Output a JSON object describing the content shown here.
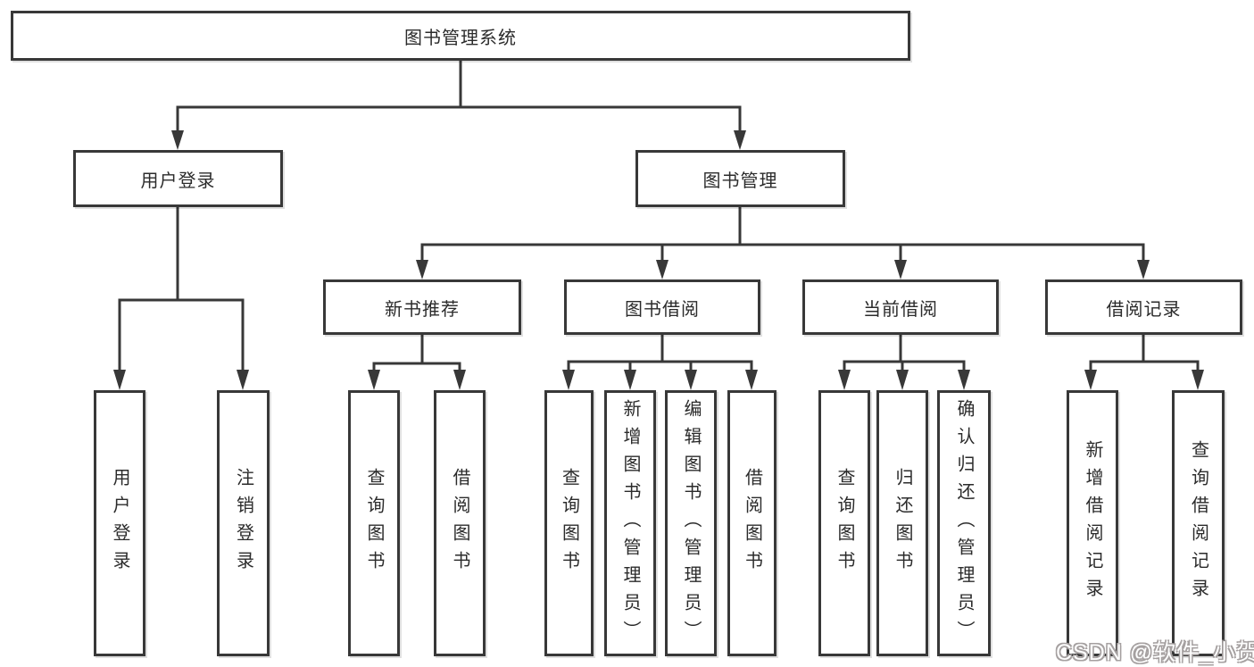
{
  "diagram": {
    "type": "hierarchy-tree",
    "title": "图书管理系统",
    "colors": {
      "line": "#383838",
      "box_border": "#383838",
      "text": "#2b2b2b",
      "background": "#ffffff",
      "watermark_fill": "#fdfdfd",
      "watermark_outline": "#a5a0a0"
    },
    "nodes": {
      "root": {
        "label": "图书管理系统"
      },
      "user_login": {
        "label": "用户登录"
      },
      "book_mgmt": {
        "label": "图书管理"
      },
      "new_book_rec": {
        "label": "新书推荐"
      },
      "book_borrow": {
        "label": "图书借阅"
      },
      "current_borrow": {
        "label": "当前借阅"
      },
      "borrow_records": {
        "label": "借阅记录"
      },
      "a1": {
        "label": "用户登录"
      },
      "a2": {
        "label": "注销登录"
      },
      "b1": {
        "label": "查询图书"
      },
      "b2": {
        "label": "借阅图书"
      },
      "c1": {
        "label": "查询图书"
      },
      "c2": {
        "label": "新增图书（管理员）"
      },
      "c3": {
        "label": "编辑图书（管理员）"
      },
      "c4": {
        "label": "借阅图书"
      },
      "d1": {
        "label": "查询图书"
      },
      "d2": {
        "label": "归还图书"
      },
      "d3": {
        "label": "确认归还（管理员）"
      },
      "e1": {
        "label": "新增借阅记录"
      },
      "e2": {
        "label": "查询借阅记录"
      }
    },
    "edges": [
      {
        "from": "root",
        "to": [
          "user_login",
          "book_mgmt"
        ]
      },
      {
        "from": "user_login",
        "to": [
          "a1",
          "a2"
        ]
      },
      {
        "from": "book_mgmt",
        "to": [
          "new_book_rec",
          "book_borrow",
          "current_borrow",
          "borrow_records"
        ]
      },
      {
        "from": "new_book_rec",
        "to": [
          "b1",
          "b2"
        ]
      },
      {
        "from": "book_borrow",
        "to": [
          "c1",
          "c2",
          "c3",
          "c4"
        ]
      },
      {
        "from": "current_borrow",
        "to": [
          "d1",
          "d2",
          "d3"
        ]
      },
      {
        "from": "borrow_records",
        "to": [
          "e1",
          "e2"
        ]
      }
    ],
    "watermark": "CSDN @软件_小贺同学"
  }
}
